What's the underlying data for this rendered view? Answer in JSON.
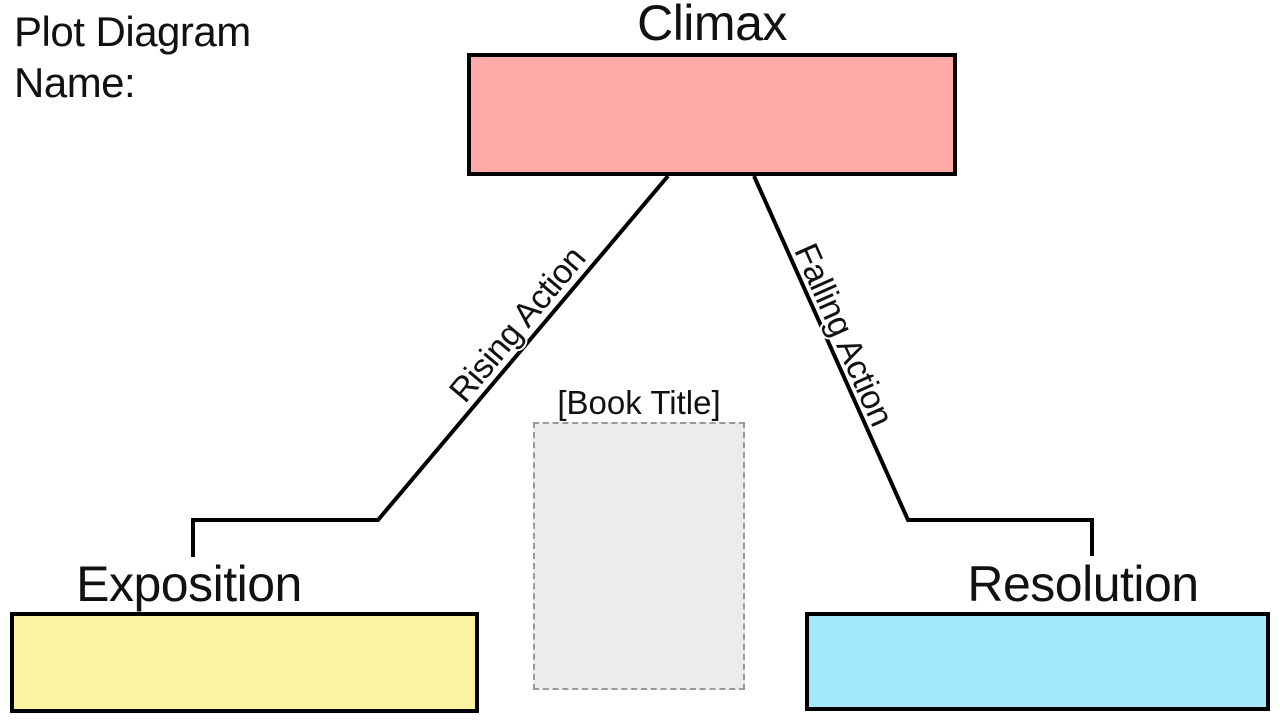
{
  "page": {
    "title": "Plot Diagram",
    "name_label": "Name:"
  },
  "stages": {
    "climax": {
      "label": "Climax",
      "fill": "#FFA9A9"
    },
    "rising_action": {
      "label": "Rising Action"
    },
    "falling_action": {
      "label": "Falling Action"
    },
    "exposition": {
      "label": "Exposition",
      "fill": "#FCF3A1"
    },
    "resolution": {
      "label": "Resolution",
      "fill": "#A4E8FB"
    }
  },
  "book_cover": {
    "label": "[Book Title]",
    "fill": "#ECECEC",
    "border_color": "#999999"
  },
  "line_color": "#000000"
}
